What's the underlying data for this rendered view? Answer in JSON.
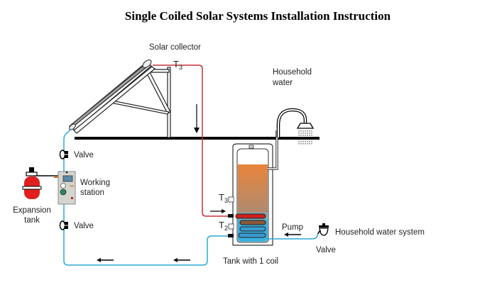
{
  "title": "Single Coiled Solar Systems Installation Instruction",
  "labels": {
    "solar_collector": "Solar collector",
    "household_water_line1": "Household",
    "household_water_line2": "water",
    "valve_upper": "Valve",
    "valve_lower": "Valve",
    "working_station_line1": "Working",
    "working_station_line2": "station",
    "expansion_tank_line1": "Expansion",
    "expansion_tank_line2": "tank",
    "pump": "Pump",
    "household_water_system": "Household water system",
    "valve_inlet": "Valve",
    "tank_with_coil": "Tank with 1 coil"
  },
  "sensors": {
    "collector": {
      "letter": "T",
      "sub": "3"
    },
    "tank_upper": {
      "letter": "T",
      "sub": "3"
    },
    "tank_lower": {
      "letter": "T",
      "sub": "2"
    }
  },
  "colors": {
    "hot_pipe": "#c8303a",
    "cold_pipe": "#2aa8d8",
    "hot_water": "#e8843a",
    "cold_water": "#3ab0e0",
    "expansion_tank": "#e02020",
    "ground": "#000000"
  }
}
